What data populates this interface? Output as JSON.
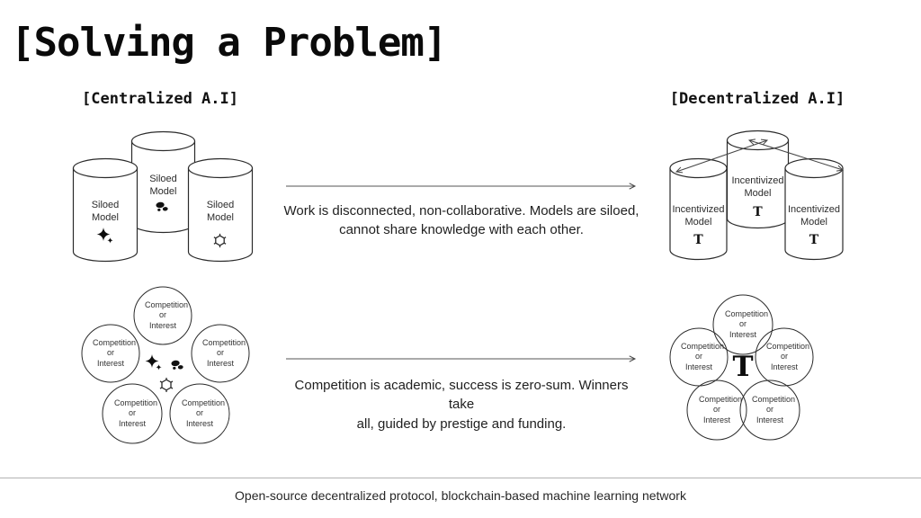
{
  "slide": {
    "title": "[Solving a Problem]",
    "columns": {
      "left": "[Centralized A.I]",
      "right": "[Decentralized A.I]"
    },
    "footer": "Open-source decentralized protocol, blockchain-based machine learning network"
  },
  "symbols": {
    "tau": "T"
  },
  "row1": {
    "arrow_note_line1": "Work is disconnected, non-collaborative. Models are siloed,",
    "arrow_note_line2": "cannot share knowledge with each other.",
    "centralized": {
      "cylinder_label": "Siloed Model",
      "icons": [
        "sparkle-ai-logo",
        "blob-ai-logo",
        "openai-logo"
      ]
    },
    "decentralized": {
      "cylinder_label": "Incentivized Model",
      "icon": "tau-logo"
    }
  },
  "row2": {
    "arrow_note_line1": "Competition is academic, success is zero-sum. Winners take",
    "arrow_note_line2": "all, guided by prestige and funding.",
    "circle_label": "Competition or Interest",
    "center_icons_left": [
      "sparkle-ai-logo",
      "blob-ai-logo",
      "openai-logo"
    ],
    "center_icon_right": "tau-logo"
  }
}
